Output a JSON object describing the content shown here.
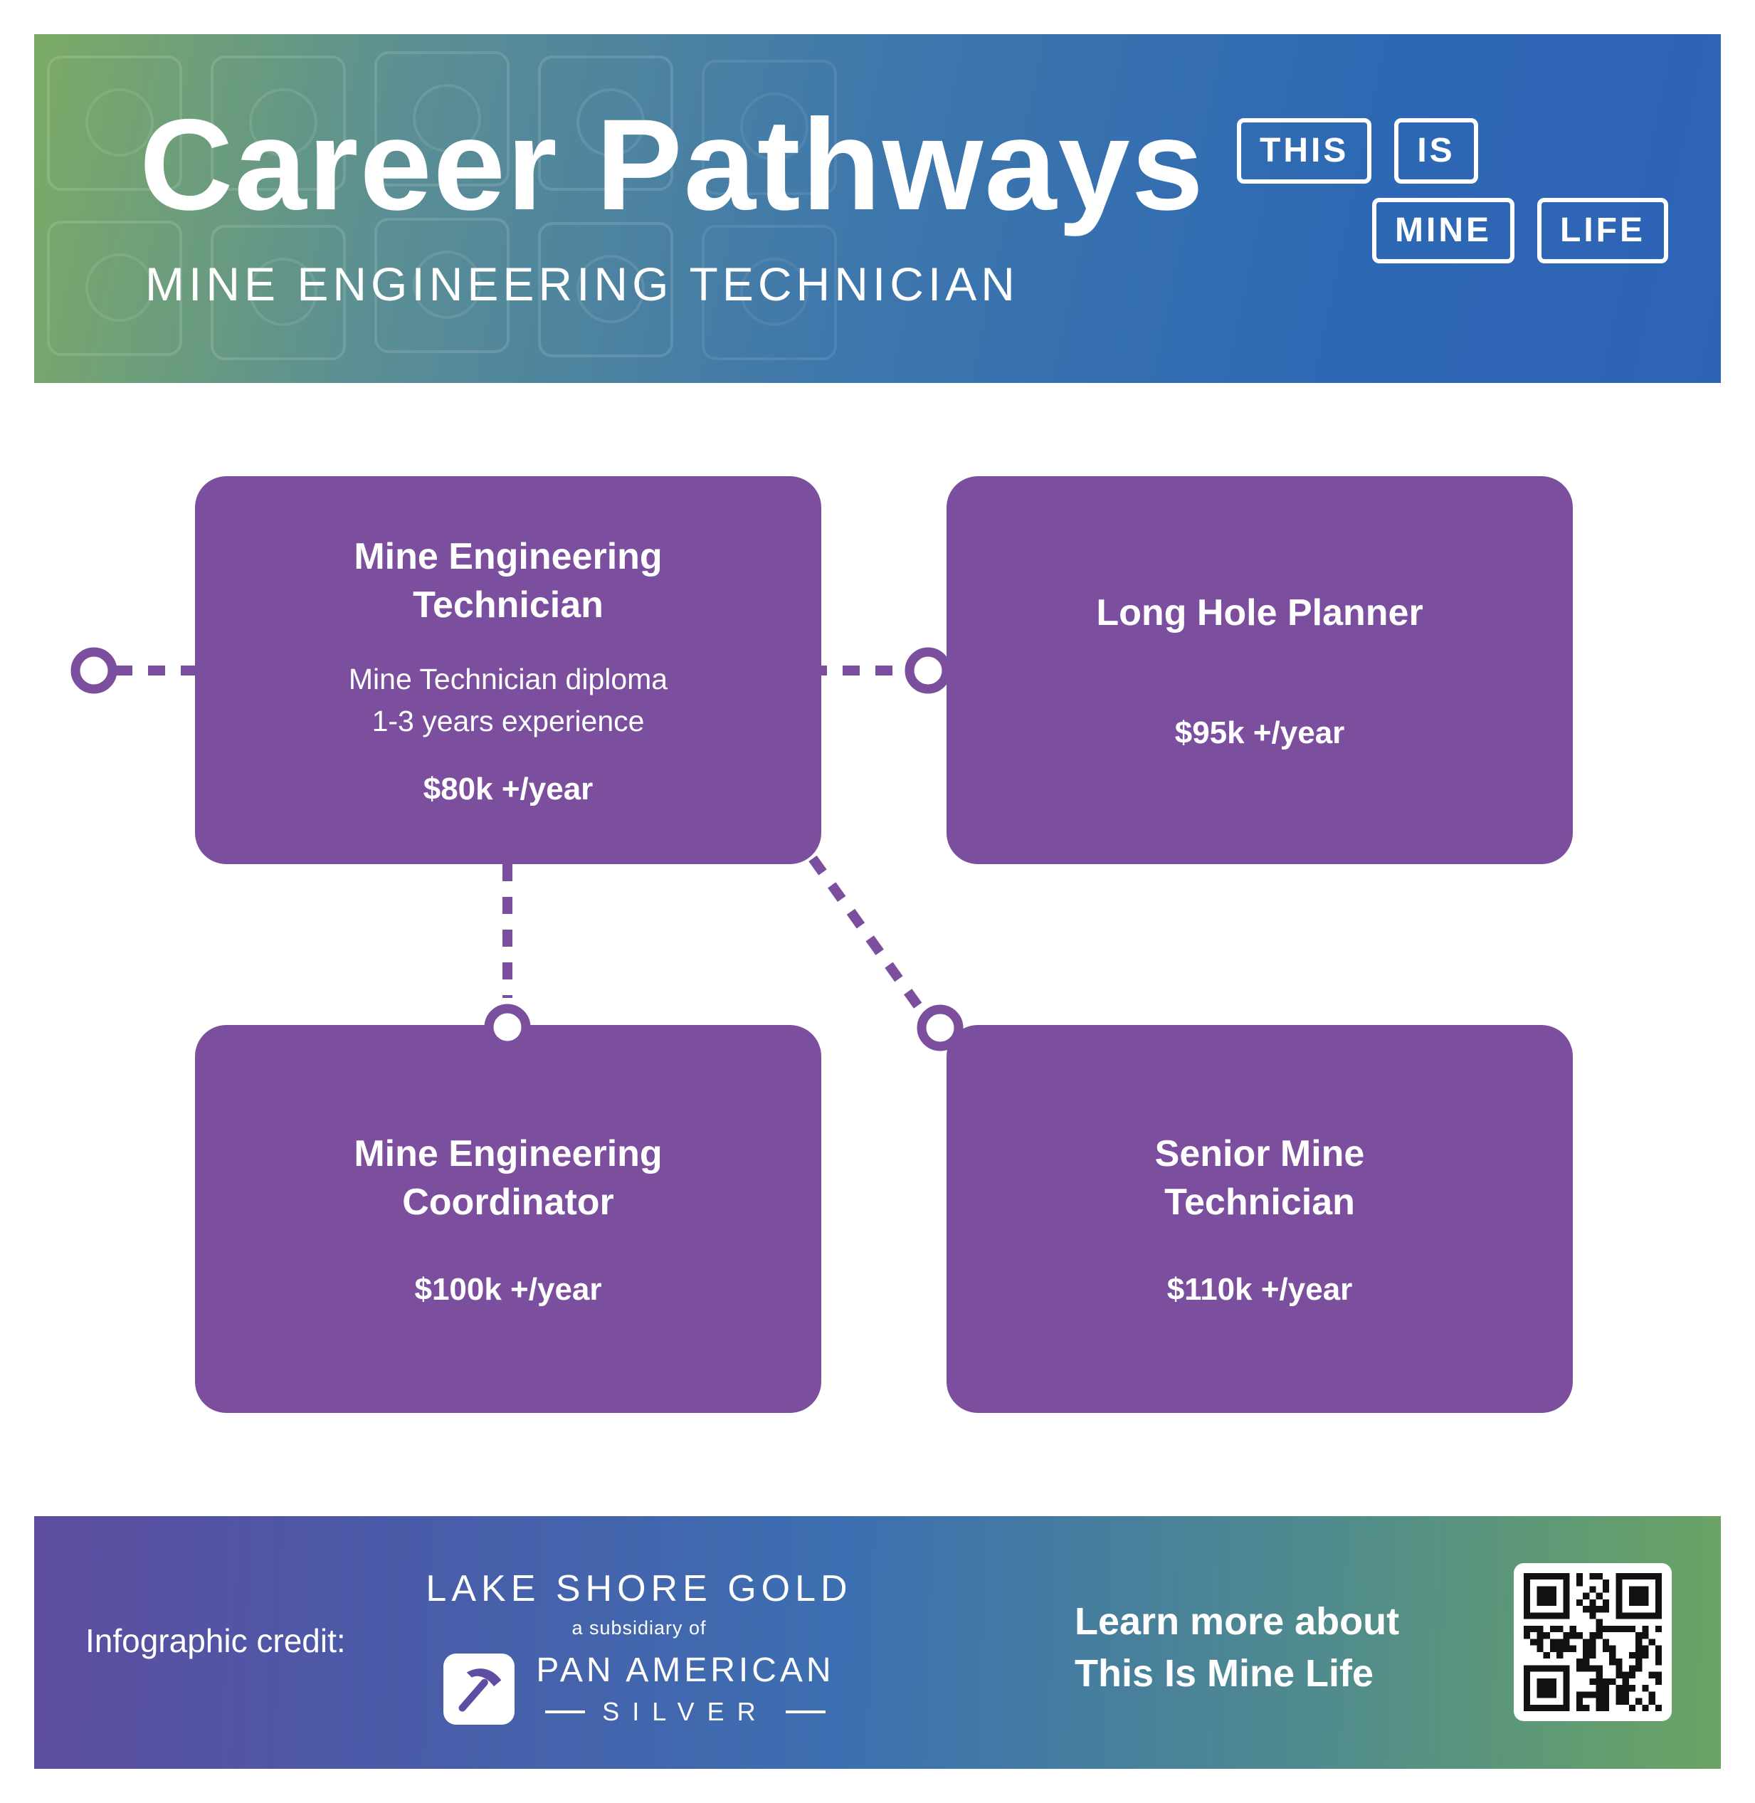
{
  "header": {
    "title": "Career Pathways",
    "subtitle": "MINE ENGINEERING TECHNICIAN",
    "brand": {
      "words": [
        "THIS",
        "IS",
        "MINE",
        "LIFE"
      ]
    }
  },
  "pathway": {
    "boxes": [
      {
        "title": "Mine Engineering\nTechnician",
        "details": "Mine Technician diploma\n1-3 years experience",
        "salary": "$80k +/year"
      },
      {
        "title": "Long Hole Planner",
        "details": "",
        "salary": "$95k +/year"
      },
      {
        "title": "Mine Engineering\nCoordinator",
        "details": "",
        "salary": "$100k +/year"
      },
      {
        "title": "Senior Mine\nTechnician",
        "details": "",
        "salary": "$110k +/year"
      }
    ]
  },
  "footer": {
    "credit_label": "Infographic credit:",
    "lake_shore_gold": "LAKE SHORE GOLD",
    "subsidiary_note": "a subsidiary of",
    "pan_american": "PAN AMERICAN",
    "silver": "SILVER",
    "learn_more": "Learn more about\nThis Is Mine Life"
  },
  "colors": {
    "box_purple": "#7b4f9e",
    "header_green": "#7dab66",
    "header_blue": "#2d68b4",
    "footer_purple": "#5e4da0",
    "footer_blue": "#3c6fb1",
    "footer_green": "#6ba463",
    "text_white": "#ffffff"
  }
}
